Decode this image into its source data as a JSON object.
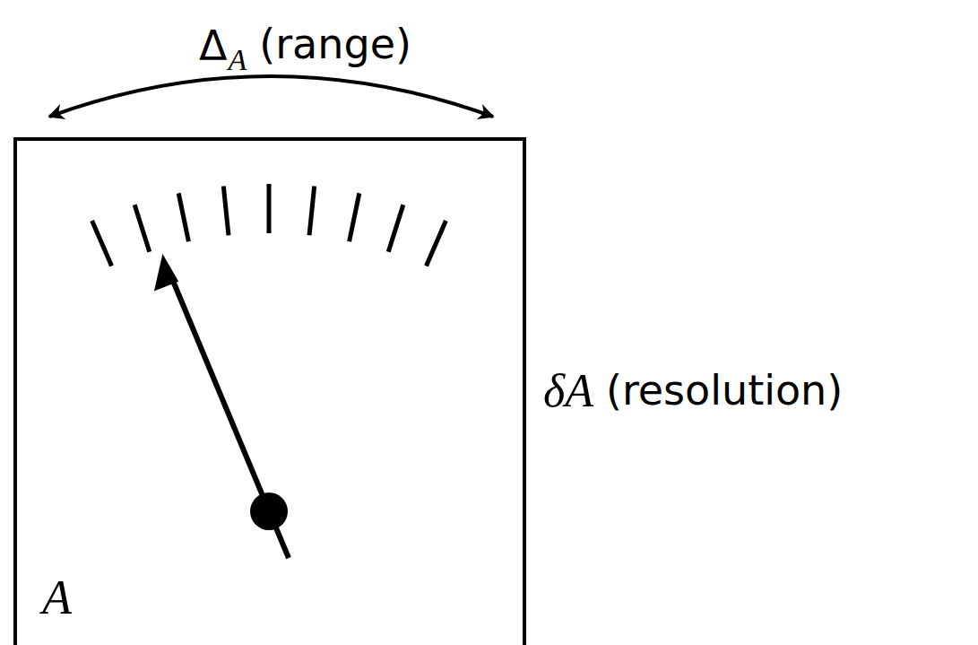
{
  "diagram": {
    "nodes": [
      {
        "text": [
          "A"
        ]
      }
    ],
    "labels": [
      "Δ",
      "A",
      "(range)",
      "δA",
      "(resolution)"
    ]
  }
}
